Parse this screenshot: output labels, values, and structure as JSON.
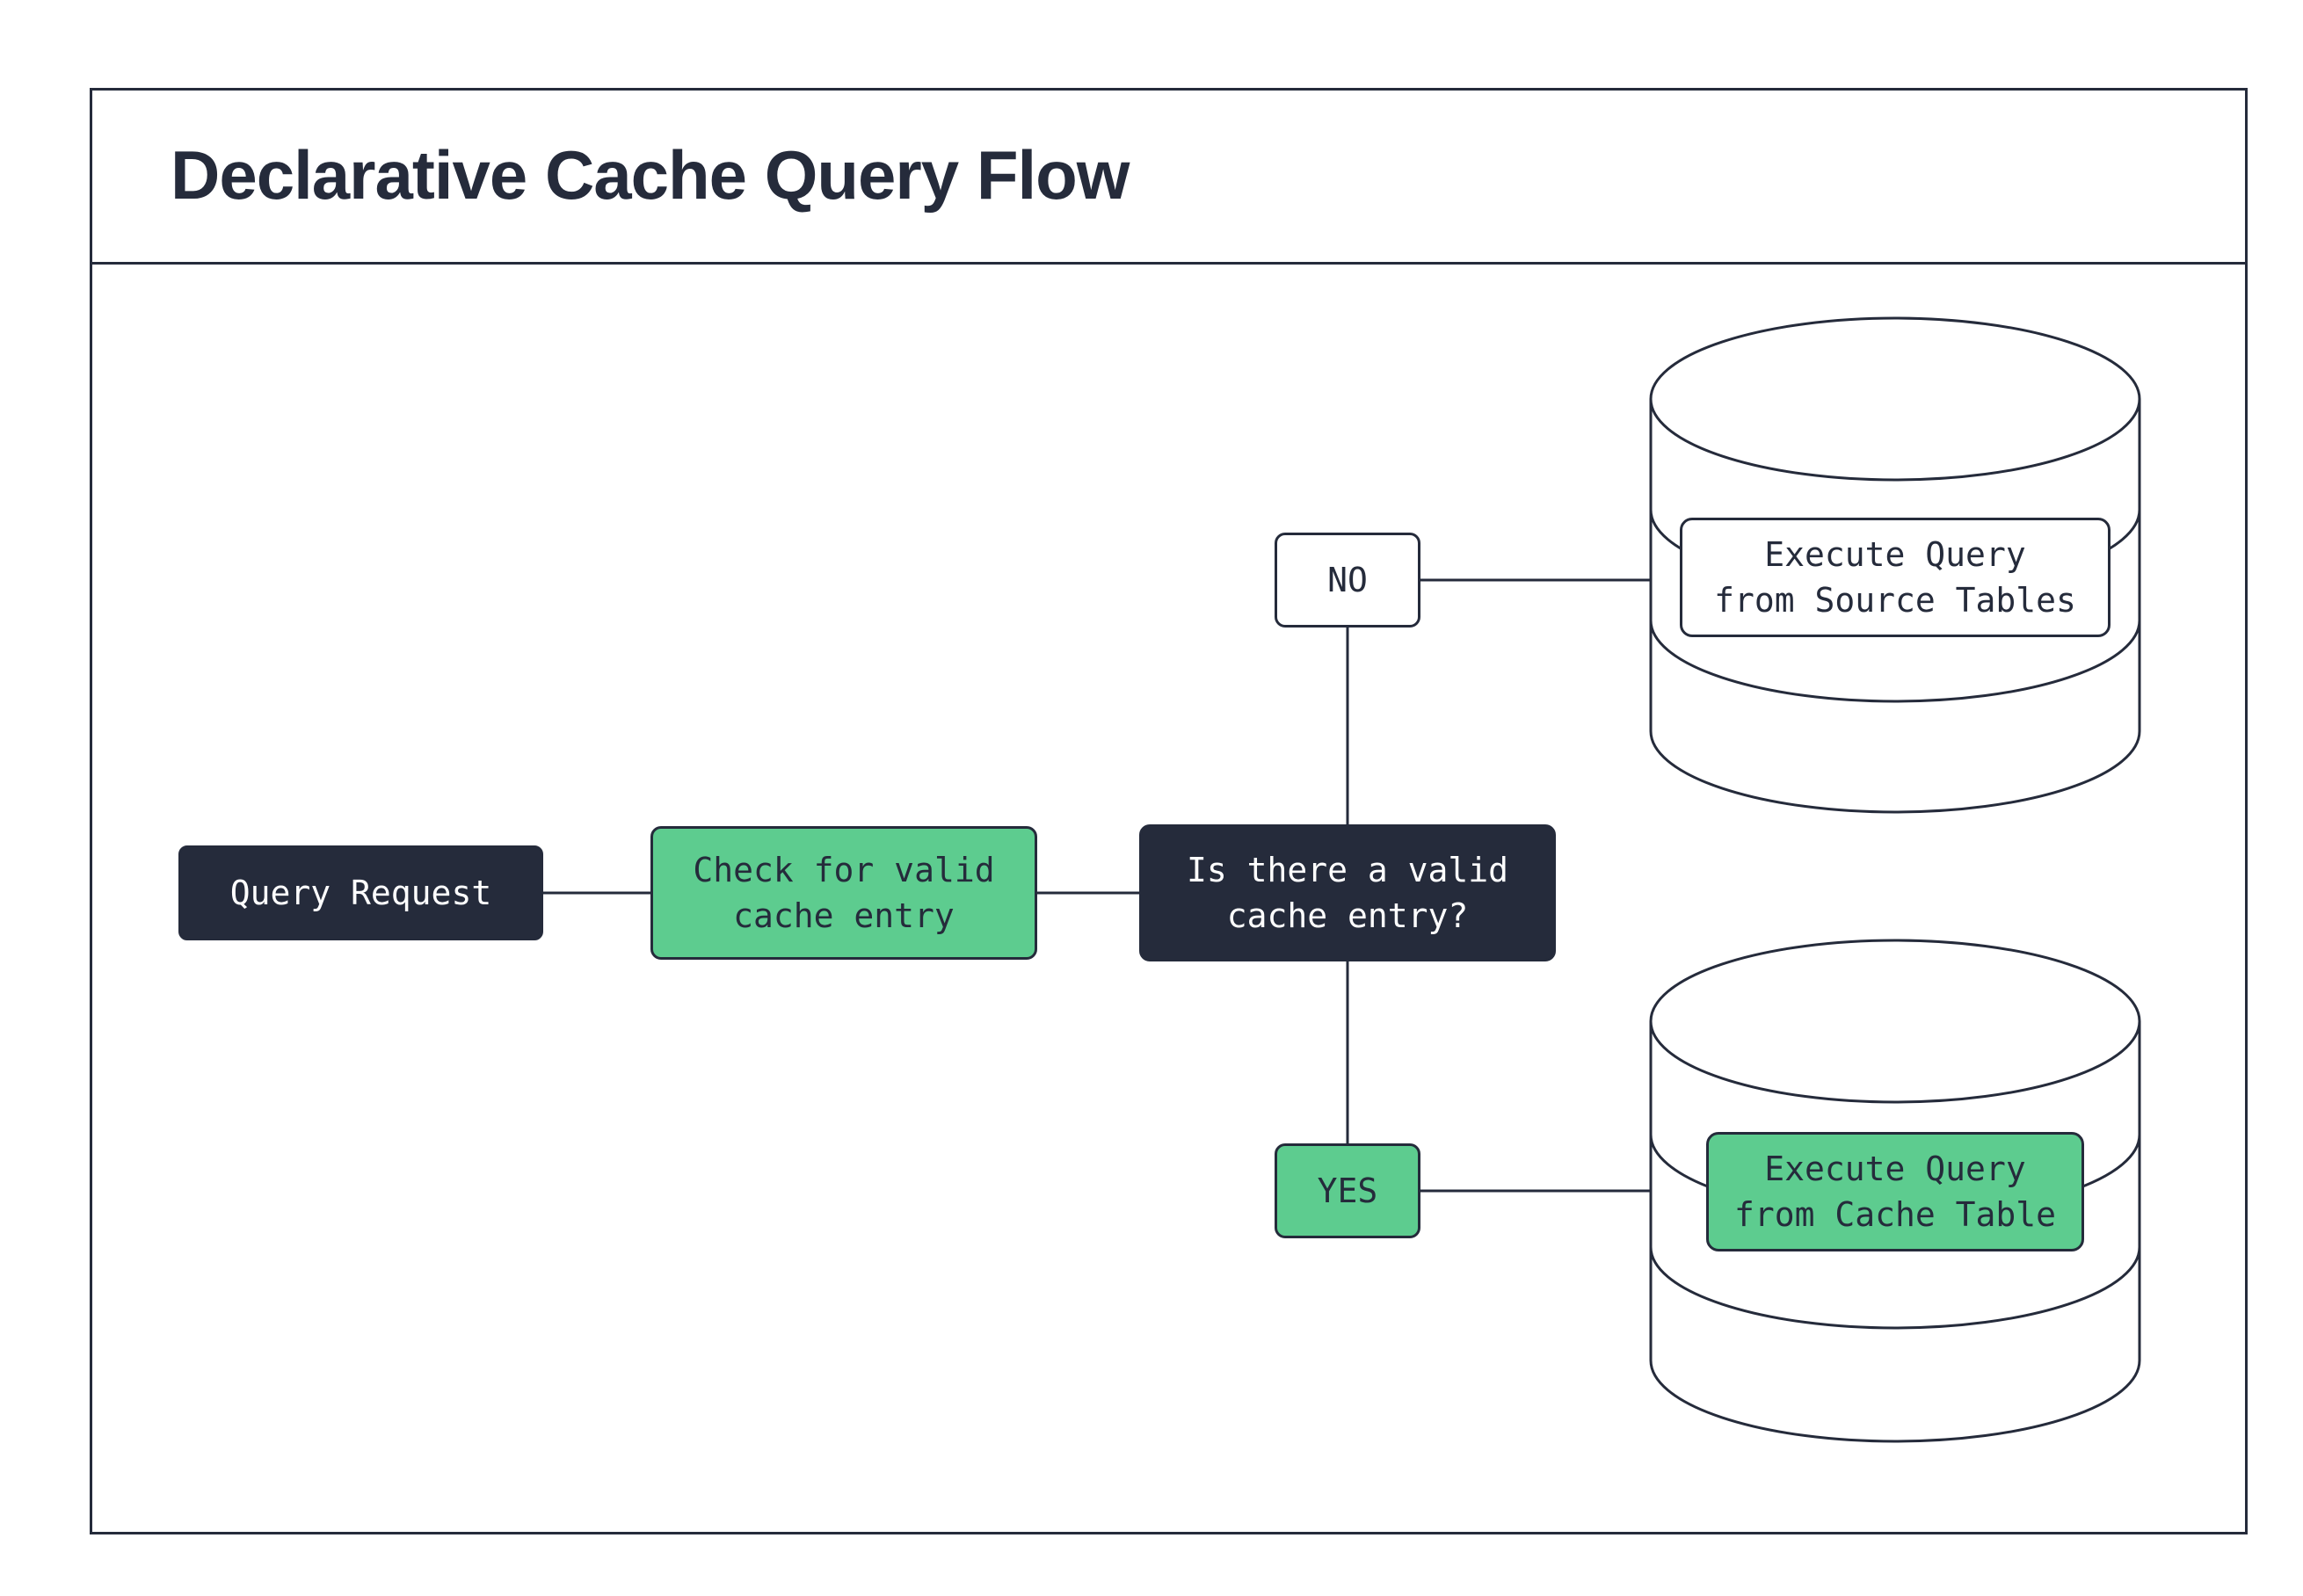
{
  "title": "Declarative Cache Query Flow",
  "colors": {
    "dark_navy": "#252b3b",
    "accent_green": "#5dcc8f",
    "background": "#ffffff"
  },
  "nodes": {
    "query_request": {
      "label": "Query Request"
    },
    "check_cache": {
      "label": "Check for valid\ncache entry"
    },
    "decision": {
      "label": "Is there a valid\ncache entry?"
    },
    "branch_no": {
      "label": "NO"
    },
    "branch_yes": {
      "label": "YES"
    },
    "execute_source": {
      "label": "Execute Query\nfrom Source Tables"
    },
    "execute_cache": {
      "label": "Execute Query\nfrom Cache Table"
    }
  },
  "icons": {
    "source_database": "database-cylinder-icon",
    "cache_database": "database-cylinder-icon"
  }
}
